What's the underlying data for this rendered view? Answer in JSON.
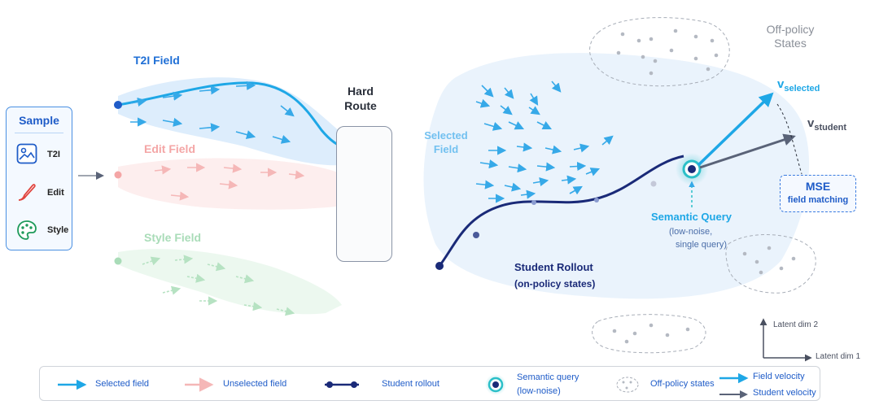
{
  "sample": {
    "title": "Sample",
    "items": [
      {
        "label": "T2I",
        "icon": "image-icon"
      },
      {
        "label": "Edit",
        "icon": "brush-icon"
      },
      {
        "label": "Style",
        "icon": "palette-icon"
      }
    ]
  },
  "fields": {
    "t2i": "T2I Field",
    "edit": "Edit Field",
    "style": "Style Field"
  },
  "hard_route": {
    "line1": "Hard",
    "line2": "Route"
  },
  "selected_field": {
    "line1": "Selected",
    "line2": "Field"
  },
  "off_policy": {
    "line1": "Off-policy",
    "line2": "States"
  },
  "vectors": {
    "selected": {
      "main": "v",
      "sub": "selected"
    },
    "student": {
      "main": "v",
      "sub": "student"
    }
  },
  "mse": {
    "title": "MSE",
    "subtitle": "field matching"
  },
  "semantic_query": {
    "title": "Semantic Query",
    "line1": "(low-noise,",
    "line2": "single query)"
  },
  "student_rollout": {
    "title": "Student Rollout",
    "subtitle": "(on-policy states)"
  },
  "axes": {
    "dim2": "Latent dim 2",
    "dim1": "Latent dim 1"
  },
  "legend": {
    "selected_field": "Selected field",
    "unselected_field": "Unselected field",
    "student_rollout": "Student rollout",
    "semantic_query_line1": "Semantic query",
    "semantic_query_line2": "(low-noise)",
    "off_policy_states": "Off-policy states",
    "field_velocity": "Field velocity",
    "student_velocity": "Student velocity"
  },
  "colors": {
    "t2i_blue": "#1f6fd6",
    "selected_cyan": "#1ea7e6",
    "edit_pink": "#f4a6a6",
    "style_green": "#a9dcb8",
    "student_navy": "#1a2a78",
    "student_velocity_gray": "#5a6378",
    "semantic_teal": "#2bbfc8"
  }
}
